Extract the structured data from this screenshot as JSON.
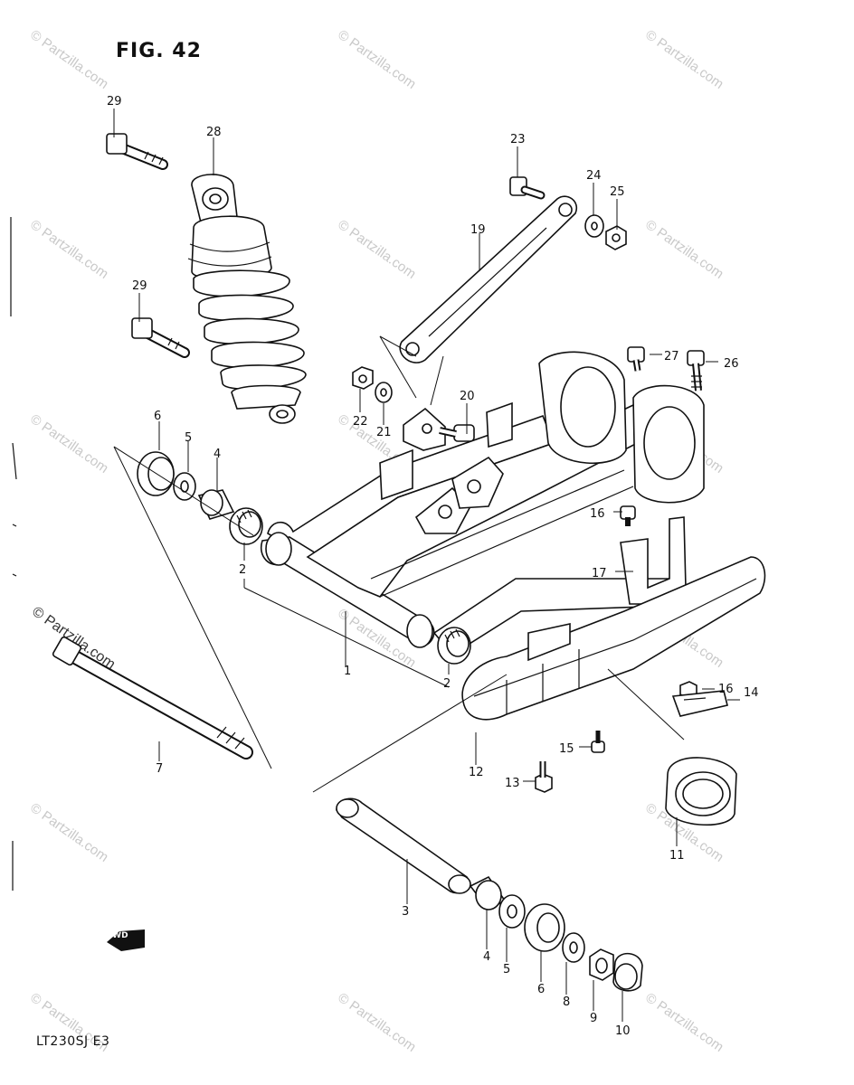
{
  "figure": {
    "title": "FIG. 42",
    "model_code": "LT230SJ  E3",
    "fwd_label": "FWD"
  },
  "watermark": {
    "text": "© Partzilla.com"
  },
  "callouts": [
    {
      "id": "c1",
      "label": "1"
    },
    {
      "id": "c2a",
      "label": "2"
    },
    {
      "id": "c2b",
      "label": "2"
    },
    {
      "id": "c3",
      "label": "3"
    },
    {
      "id": "c4a",
      "label": "4"
    },
    {
      "id": "c4b",
      "label": "4"
    },
    {
      "id": "c5a",
      "label": "5"
    },
    {
      "id": "c5b",
      "label": "5"
    },
    {
      "id": "c6a",
      "label": "6"
    },
    {
      "id": "c6b",
      "label": "6"
    },
    {
      "id": "c7",
      "label": "7"
    },
    {
      "id": "c8",
      "label": "8"
    },
    {
      "id": "c9",
      "label": "9"
    },
    {
      "id": "c10",
      "label": "10"
    },
    {
      "id": "c11",
      "label": "11"
    },
    {
      "id": "c12",
      "label": "12"
    },
    {
      "id": "c13",
      "label": "13"
    },
    {
      "id": "c14",
      "label": "14"
    },
    {
      "id": "c15",
      "label": "15"
    },
    {
      "id": "c16a",
      "label": "16"
    },
    {
      "id": "c16b",
      "label": "16"
    },
    {
      "id": "c17",
      "label": "17"
    },
    {
      "id": "c19",
      "label": "19"
    },
    {
      "id": "c20",
      "label": "20"
    },
    {
      "id": "c21",
      "label": "21"
    },
    {
      "id": "c22",
      "label": "22"
    },
    {
      "id": "c23",
      "label": "23"
    },
    {
      "id": "c24",
      "label": "24"
    },
    {
      "id": "c25",
      "label": "25"
    },
    {
      "id": "c26",
      "label": "26"
    },
    {
      "id": "c27",
      "label": "27"
    },
    {
      "id": "c28",
      "label": "28"
    },
    {
      "id": "c29a",
      "label": "29"
    },
    {
      "id": "c29b",
      "label": "29"
    }
  ]
}
